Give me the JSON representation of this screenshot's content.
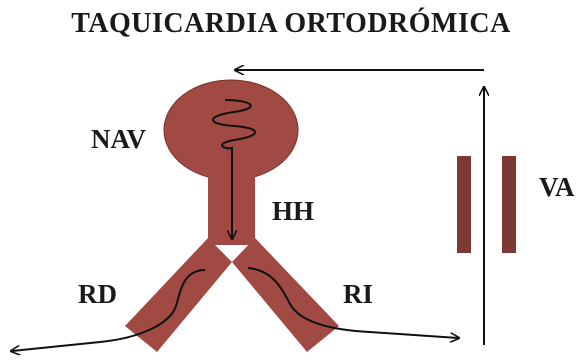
{
  "title": "TAQUICARDIA ORTODRÓMICA",
  "labels": {
    "nav": "NAV",
    "hh": "HH",
    "rd": "RD",
    "ri": "RI",
    "va": "VA"
  },
  "colors": {
    "conduction_fill": "#a14a43",
    "conduction_stroke": "#7a2f2a",
    "pathway_bar": "#7d3a35",
    "line": "#111111"
  }
}
